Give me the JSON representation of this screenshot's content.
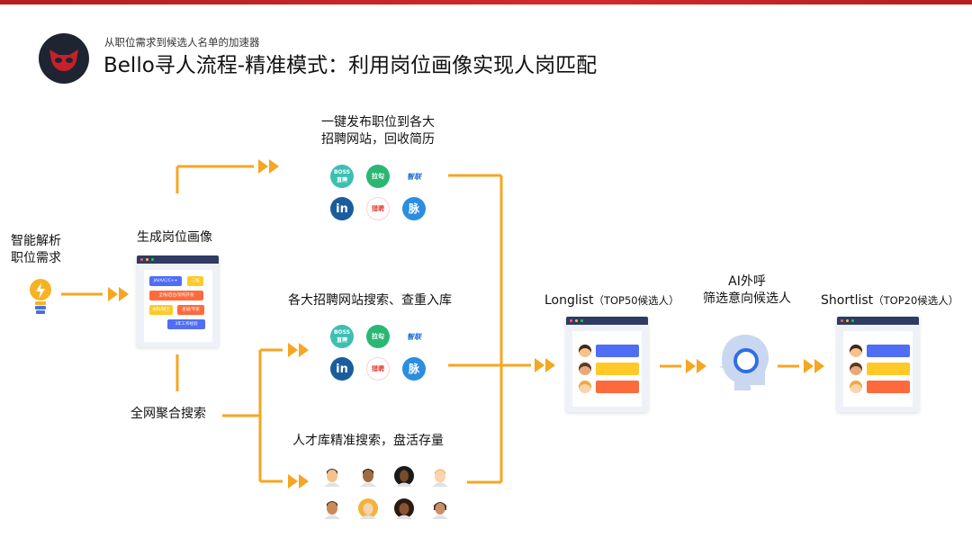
{
  "header": {
    "subtitle": "从职位需求到候选人名单的加速器",
    "title": "Bello寻人流程-精准模式：利用岗位画像实现人岗匹配"
  },
  "colors": {
    "arrow": "#f5a623",
    "brand_red": "#c8202a",
    "card_bar": "#2f3b63",
    "blue": "#4f6df5",
    "yellow": "#ffc928",
    "orange": "#ff6a3d"
  },
  "steps": {
    "parse": "智能解析\n职位需求",
    "profile": "生成岗位画像",
    "search_all": "全网聚合搜索",
    "publish": "一键发布职位到各大\n招聘网站，回收简历",
    "sites_search": "各大招聘网站搜索、查重入库",
    "talent_pool": "人才库精准搜索，盘活存量",
    "longlist_name": "Longlist",
    "longlist_note": "（TOP50候选人）",
    "ai_call": "AI外呼\n筛选意向候选人",
    "shortlist_name": "Shortlist",
    "shortlist_note": "（TOP20候选人）"
  },
  "profile_tags": [
    "JAVA/C/C++",
    "二线",
    "全栈/后台/架构开发",
    "本科/硕士",
    "星级/专家",
    "3年工作经验"
  ],
  "job_sites": {
    "boss": "BOSS\n直聘",
    "lagou": "拉勾",
    "zhilian": "智联",
    "linkedin": "in",
    "liepin": "猎聘",
    "maimai": "脉"
  },
  "icons": [
    "lightbulb-icon",
    "logo-mask-icon",
    "double-arrow-icon",
    "ai-head-icon",
    "person-icon"
  ]
}
